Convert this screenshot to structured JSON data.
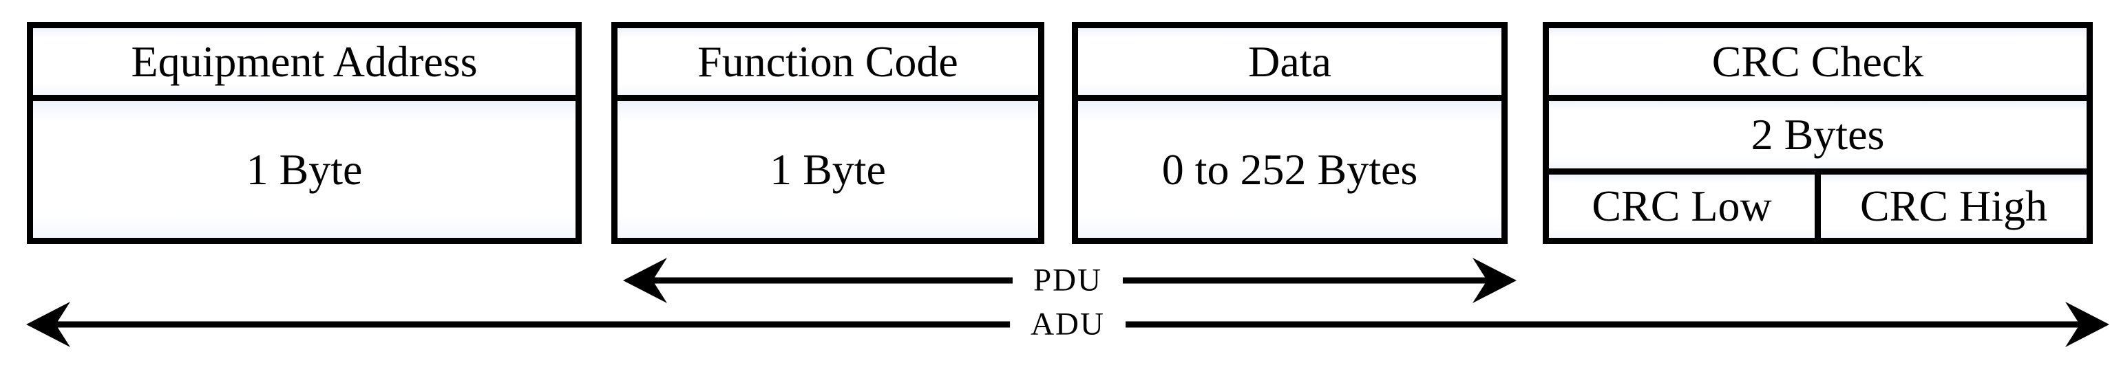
{
  "diagram": {
    "fields": [
      {
        "name": "Equipment Address",
        "size": "1 Byte"
      },
      {
        "name": "Function Code",
        "size": "1 Byte"
      },
      {
        "name": "Data",
        "size": "0 to 252 Bytes"
      },
      {
        "name": "CRC Check",
        "size": "2 Bytes",
        "parts": [
          {
            "label": "CRC Low"
          },
          {
            "label": "CRC High"
          }
        ]
      }
    ],
    "arrows": [
      {
        "label": "PDU"
      },
      {
        "label": "ADU"
      }
    ]
  },
  "colors": {
    "stroke": "#000000",
    "background": "#ffffff"
  }
}
